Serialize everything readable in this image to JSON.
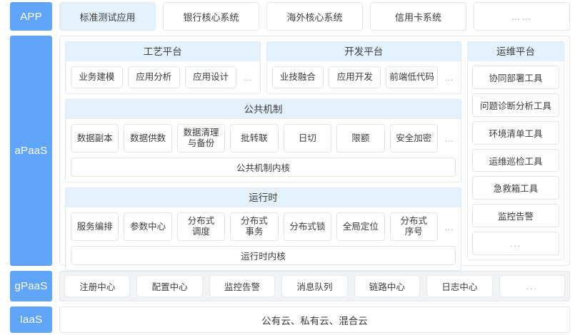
{
  "tiers": {
    "app": "APP",
    "apaas": "aPaaS",
    "gpaas": "gPaaS",
    "iaas": "IaaS"
  },
  "colors": {
    "tier_blue": "#60a5f8",
    "panel_header_blue": "#e4f1fb",
    "active_card_blue": "#e4f1fb",
    "chip_border": "#e2e6ea",
    "gpaas_band": "#f2f3f5",
    "text": "#3b3b3b",
    "muted": "#a4abb3"
  },
  "app_row": {
    "items": [
      {
        "label": "标准测试应用",
        "active": true
      },
      {
        "label": "银行核心系统",
        "active": false
      },
      {
        "label": "海外核心系统",
        "active": false
      },
      {
        "label": "信用卡系统",
        "active": false
      },
      {
        "label": "……",
        "active": false,
        "ellipsis": true
      }
    ]
  },
  "apaas": {
    "process_platform": {
      "title": "工艺平台",
      "chips": [
        "业务建模",
        "应用分析",
        "应用设计"
      ],
      "more": "…"
    },
    "dev_platform": {
      "title": "开发平台",
      "chips": [
        "业技融合",
        "应用开发",
        "前端低代码"
      ],
      "more": "…"
    },
    "common_mechanism": {
      "title": "公共机制",
      "chips": [
        "数据副本",
        "数据供数",
        "数据清理\n与备份",
        "批转联",
        "日切",
        "限额",
        "安全加密"
      ],
      "more": "…",
      "kernel": "公共机制内核"
    },
    "runtime": {
      "title": "运行时",
      "chips": [
        "服务编排",
        "参数中心",
        "分布式\n调度",
        "分布式\n事务",
        "分布式锁",
        "全局定位",
        "分布式\n序号"
      ],
      "more": "…",
      "kernel": "运行时内核"
    },
    "ops_platform": {
      "title": "运维平台",
      "chips": [
        "协同部署工具",
        "问题诊断分析工具",
        "环境清单工具",
        "运维巡检工具",
        "急救箱工具",
        "监控告警",
        "..."
      ]
    }
  },
  "gpaas": {
    "items": [
      "注册中心",
      "配置中心",
      "监控告警",
      "消息队列",
      "链路中心",
      "日志中心",
      "..."
    ]
  },
  "iaas": {
    "label": "公有云、私有云、混合云"
  }
}
